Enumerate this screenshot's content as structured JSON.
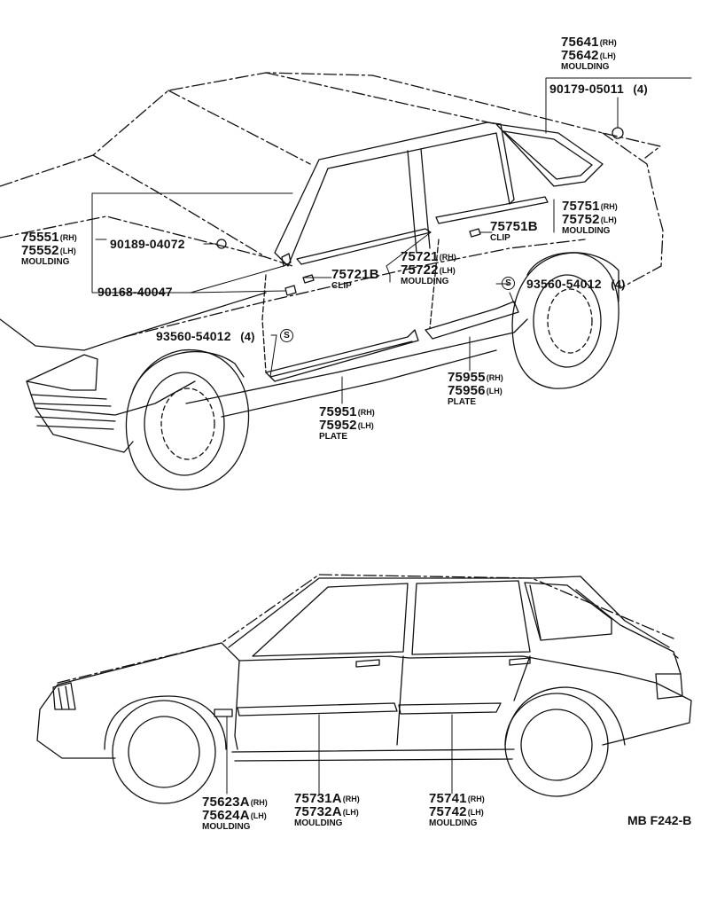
{
  "diagram_code": "MB F242-B",
  "top_view": {
    "moulding_rear_quarter": {
      "rh": "75641",
      "rh_sfx": "(RH)",
      "lh": "75642",
      "lh_sfx": "(LH)",
      "caption": "MOULDING"
    },
    "clip_rear_quarter": {
      "part": "90179-05011",
      "qty": "(4)"
    },
    "moulding_rear_door_belt": {
      "rh": "75751",
      "rh_sfx": "(RH)",
      "lh": "75752",
      "lh_sfx": "(LH)",
      "caption": "MOULDING"
    },
    "clip_rear_door": {
      "part": "75751B",
      "caption": "CLIP"
    },
    "moulding_windshield": {
      "rh": "75551",
      "rh_sfx": "(RH)",
      "lh": "75552",
      "lh_sfx": "(LH)",
      "caption": "MOULDING"
    },
    "clip_windshield_1": {
      "part": "90189-04072"
    },
    "clip_windshield_2": {
      "part": "90168-40047"
    },
    "moulding_front_door_belt": {
      "rh": "75721",
      "rh_sfx": "(RH)",
      "lh": "75722",
      "lh_sfx": "(LH)",
      "caption": "MOULDING"
    },
    "clip_front_door": {
      "part": "75721B",
      "caption": "CLIP"
    },
    "screw_front": {
      "part": "93560-54012",
      "qty": "(4)",
      "symbol": "S"
    },
    "screw_rear": {
      "part": "93560-54012",
      "qty": "(4)",
      "symbol": "S"
    },
    "plate_front": {
      "rh": "75951",
      "rh_sfx": "(RH)",
      "lh": "75952",
      "lh_sfx": "(LH)",
      "caption": "PLATE"
    },
    "plate_rear": {
      "rh": "75955",
      "rh_sfx": "(RH)",
      "lh": "75956",
      "lh_sfx": "(LH)",
      "caption": "PLATE"
    }
  },
  "side_view": {
    "moulding_fender": {
      "rh": "75623A",
      "rh_sfx": "(RH)",
      "lh": "75624A",
      "lh_sfx": "(LH)",
      "caption": "MOULDING"
    },
    "moulding_front_door": {
      "rh": "75731A",
      "rh_sfx": "(RH)",
      "lh": "75732A",
      "lh_sfx": "(LH)",
      "caption": "MOULDING"
    },
    "moulding_rear_door": {
      "rh": "75741",
      "rh_sfx": "(RH)",
      "lh": "75742",
      "lh_sfx": "(LH)",
      "caption": "MOULDING"
    }
  }
}
